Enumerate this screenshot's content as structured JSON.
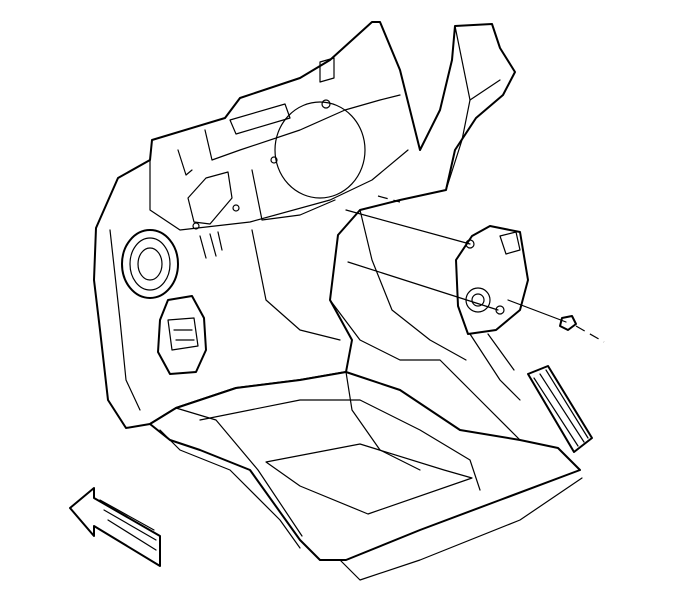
{
  "diagram": {
    "colors": {
      "line": "#000000",
      "background": "#ffffff"
    },
    "parts": [
      "dash-panel",
      "speaker",
      "kick-panel",
      "floor-pan",
      "pedal-bracket",
      "accelerator-pedal",
      "mounting-nut",
      "front-arrow"
    ]
  }
}
